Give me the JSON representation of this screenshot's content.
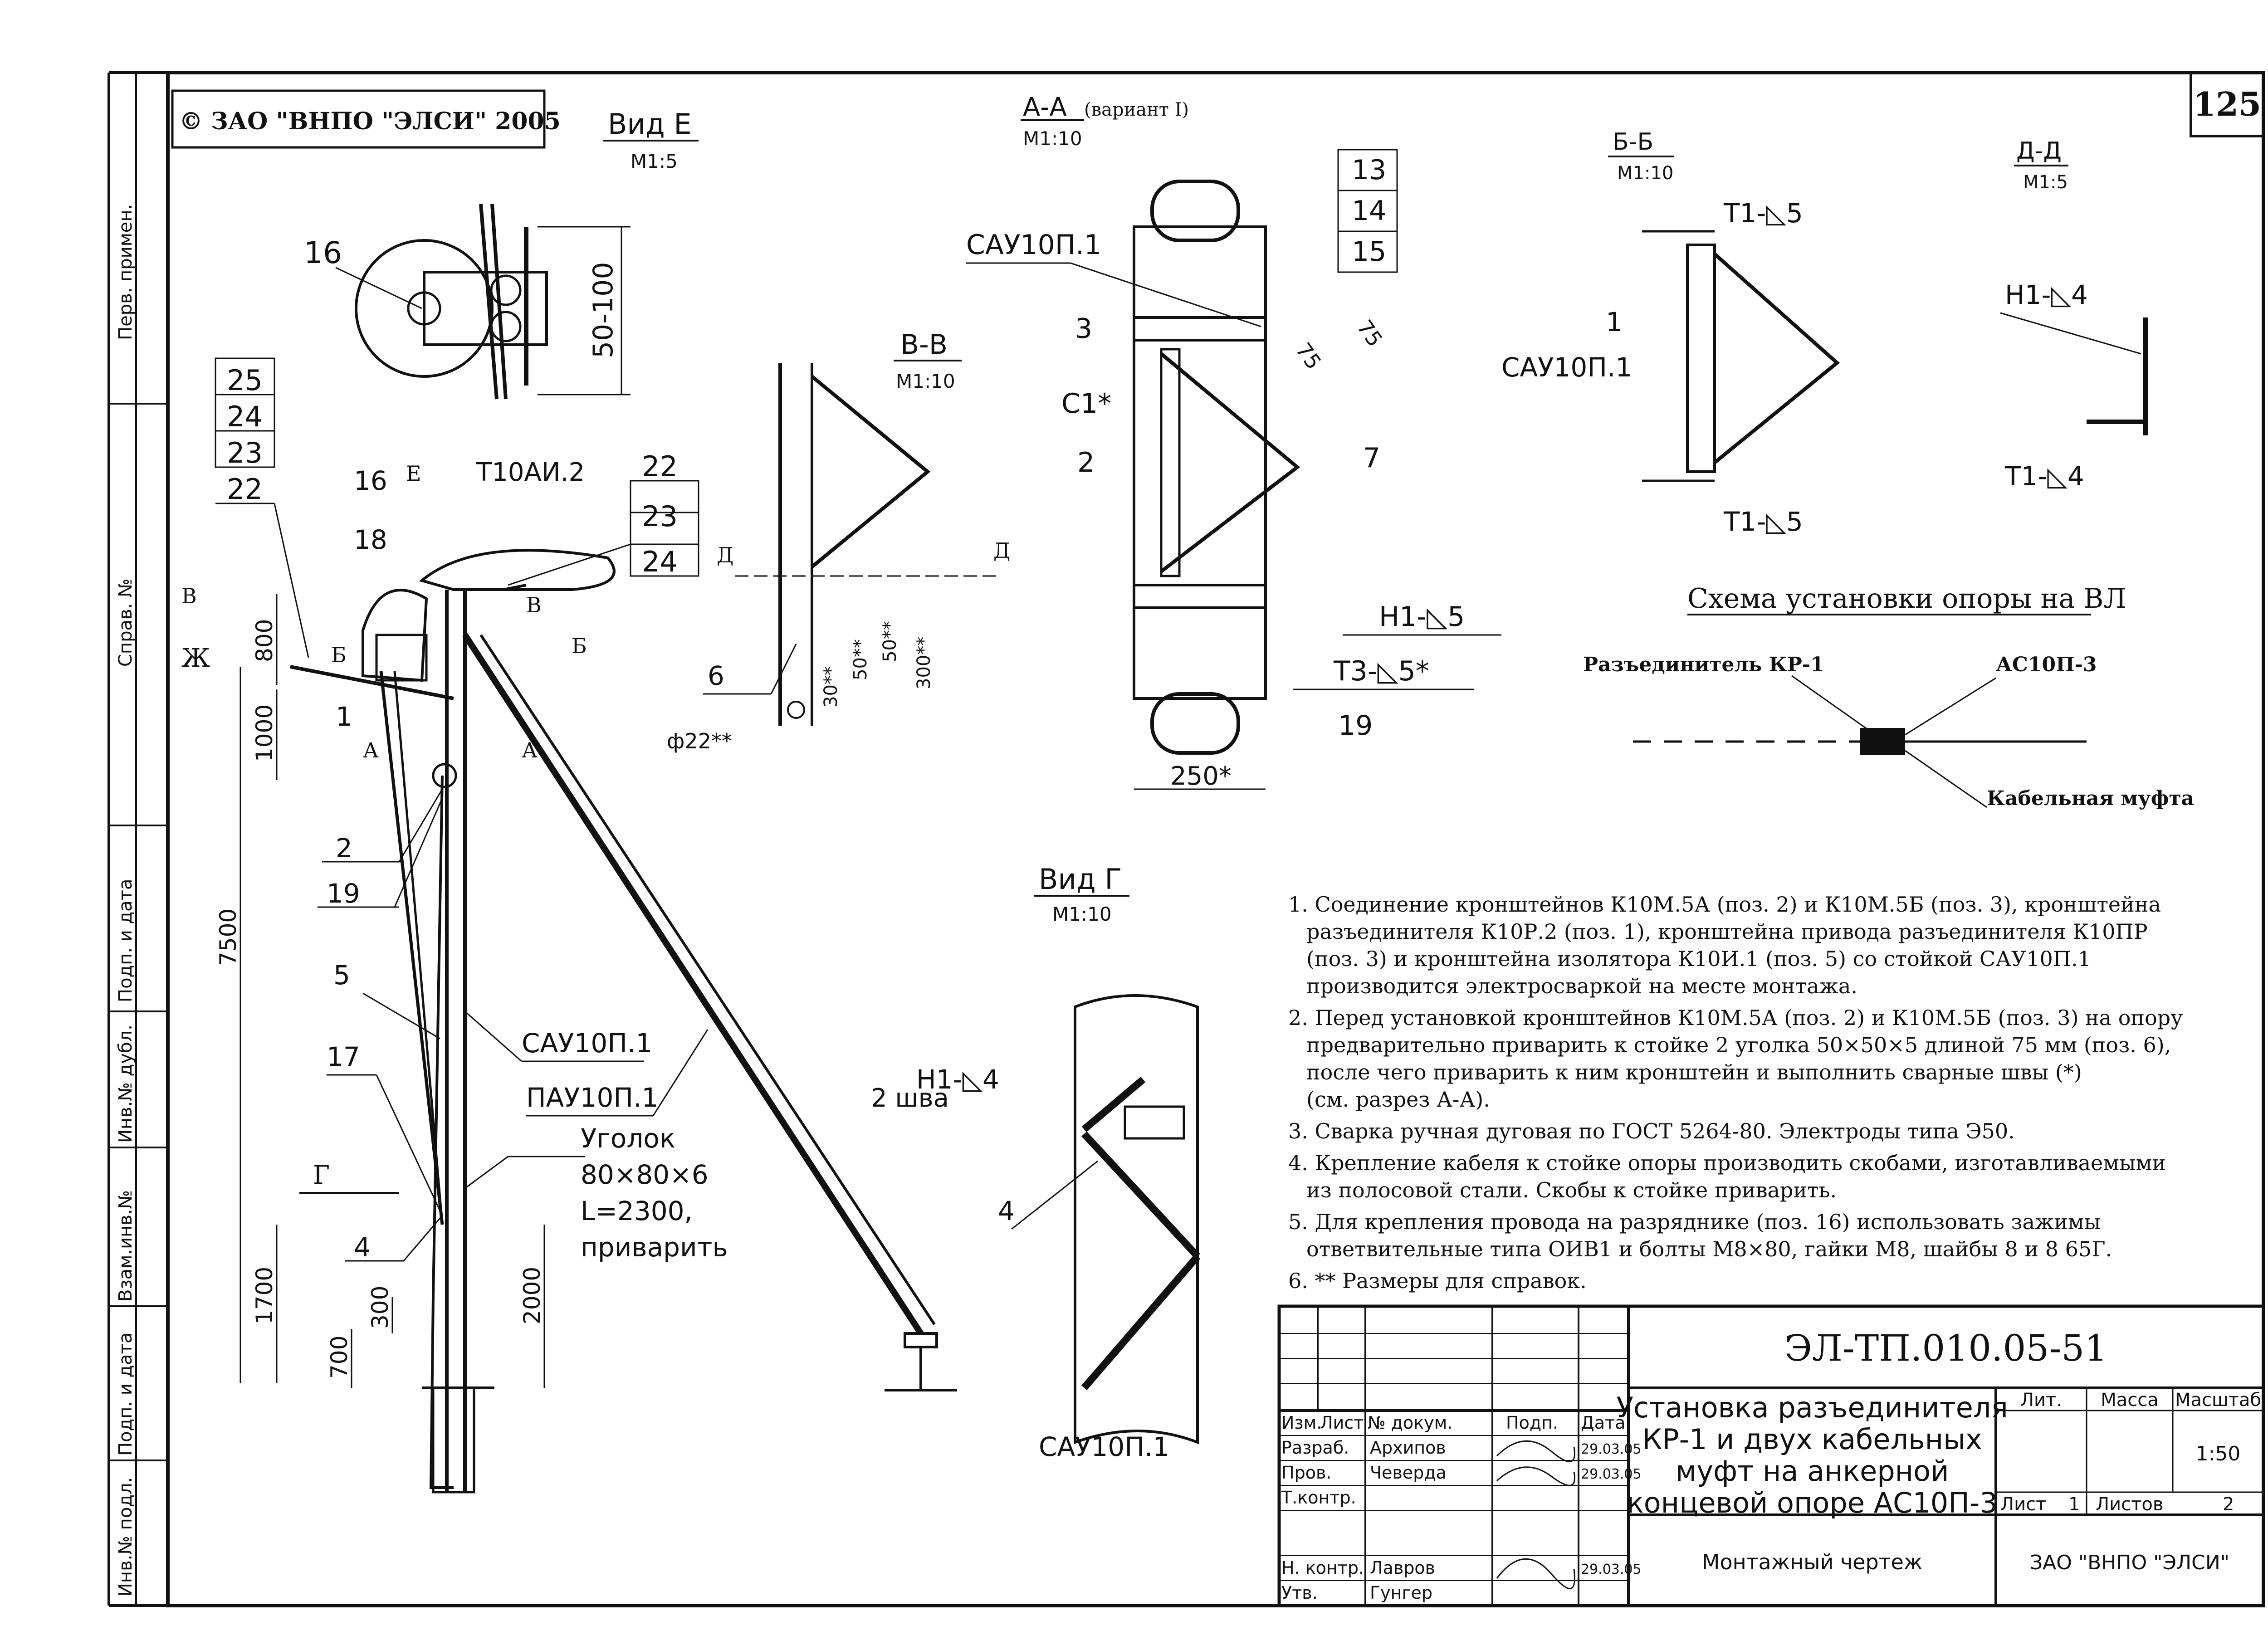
{
  "sheet_number": "125",
  "copyright": "© ЗАО \"ВНПО \"ЭЛСИ\" 2005",
  "margin_labels": [
    "Перв. примен.",
    "Справ. №",
    "Подп. и дата",
    "Инв.№ дубл.",
    "Взам.инв.№",
    "Подп. и дата",
    "Инв.№ подл."
  ],
  "views": {
    "vid_e": {
      "title": "Вид Е",
      "scale": "М1:5",
      "pos": "16",
      "dim": "50-100"
    },
    "vv": {
      "title": "В-В",
      "scale": "М1:10",
      "dims": [
        "30**",
        "50**",
        "50**",
        "300**"
      ],
      "pos": "6",
      "hole": "ф22**",
      "d": "Д"
    },
    "aa": {
      "title": "А-А",
      "variant": "(вариант I)",
      "scale": "М1:10",
      "label_sau": "САУ10П.1",
      "pos_3": "3",
      "pos_c1": "С1*",
      "pos_2": "2",
      "pos_7": "7",
      "pos_19": "19",
      "dim_75a": "75",
      "dim_75b": "75",
      "dim_250": "250*",
      "table": [
        "13",
        "14",
        "15"
      ],
      "weld1": "Н1-◺5",
      "weld2": "Т3-◺5*"
    },
    "bb": {
      "title": "Б-Б",
      "scale": "М1:10",
      "pos_1": "1",
      "label": "САУ10П.1",
      "weld_top": "Т1-◺5",
      "weld_bot": "Т1-◺5"
    },
    "dd": {
      "title": "Д-Д",
      "scale": "М1:5",
      "weld_top": "Н1-◺4",
      "weld_bot": "Т1-◺4"
    },
    "vid_g": {
      "title": "Вид Г",
      "scale": "М1:10",
      "weld": "Н1-◺4",
      "weld2": "2 шва",
      "pos_4": "4",
      "label": "САУ10П.1"
    }
  },
  "main_view": {
    "labels": [
      "25",
      "24",
      "23",
      "22",
      "16",
      "18",
      "Е",
      "Т10АИ.2",
      "22",
      "23",
      "24",
      "В",
      "Б",
      "Ж",
      "В",
      "Б",
      "А",
      "1",
      "А",
      "2",
      "19",
      "5",
      "САУ10П.1",
      "ПАУ10П.1",
      "17",
      "Уголок",
      "80×80×6",
      "L=2300,",
      "приварить",
      "Г",
      "4"
    ],
    "dims": [
      "800",
      "1000",
      "7500",
      "1700",
      "700",
      "300",
      "2000"
    ]
  },
  "scheme": {
    "title": "Схема установки опоры на ВЛ",
    "left": "Разъединитель КР-1",
    "right": "АС10П-3",
    "bottom": "Кабельная муфта"
  },
  "notes": [
    "1. Соединение кронштейнов  К10М.5А (поз. 2) и К10М.5Б (поз. 3), кронштейна",
    "разъединителя К10Р.2 (поз. 1), кронштейна привода разъединителя К10ПР",
    "(поз. 3) и кронштейна изолятора К10И.1 (поз. 5) со стойкой САУ10П.1",
    "производится электросваркой на месте монтажа.",
    "2. Перед установкой кронштейнов К10М.5А (поз. 2) и К10М.5Б (поз. 3) на опору",
    "предварительно приварить к стойке 2 уголка 50×50×5 длиной 75 мм (поз. 6),",
    "после чего приварить к ним кронштейн и выполнить сварные швы (*)",
    "(см. разрез А-А).",
    "3. Сварка ручная дуговая по ГОСТ 5264-80. Электроды типа Э50.",
    "4. Крепление кабеля к стойке опоры производить скобами, изготавливаемыми",
    "из полосовой стали. Скобы к стойке приварить.",
    "5. Для крепления провода на разряднике (поз. 16) использовать зажимы",
    "ответвительные типа ОИВ1 и болты М8×80, гайки М8, шайбы 8 и 8 65Г.",
    "6. ** Размеры для справок."
  ],
  "title_block": {
    "doc_code": "ЭЛ-ТП.010.05-51",
    "title_lines": [
      "Установка разъединителя",
      "КР-1 и двух кабельных",
      "муфт на анкерной",
      "концевой опоре АС10П-3"
    ],
    "headers": [
      "Изм.",
      "Лист",
      "№ докум.",
      "Подп.",
      "Дата"
    ],
    "roles": [
      "Разраб.",
      "Пров.",
      "Т.контр.",
      "",
      "Н. контр.",
      "Утв."
    ],
    "names": [
      "Архипов",
      "Чеверда",
      "",
      "",
      "Лавров",
      "Гунгер"
    ],
    "dates": [
      "29.03.05",
      "29.03.05",
      "",
      "",
      "29.03.05",
      ""
    ],
    "lit": "Лит.",
    "mass": "Масса",
    "scale_h": "Масштаб",
    "scale_v": "1:50",
    "sheet_l": "Лист",
    "sheet_v": "1",
    "sheets_l": "Листов",
    "sheets_v": "2",
    "drawing_type": "Монтажный чертеж",
    "company": "ЗАО \"ВНПО \"ЭЛСИ\""
  }
}
